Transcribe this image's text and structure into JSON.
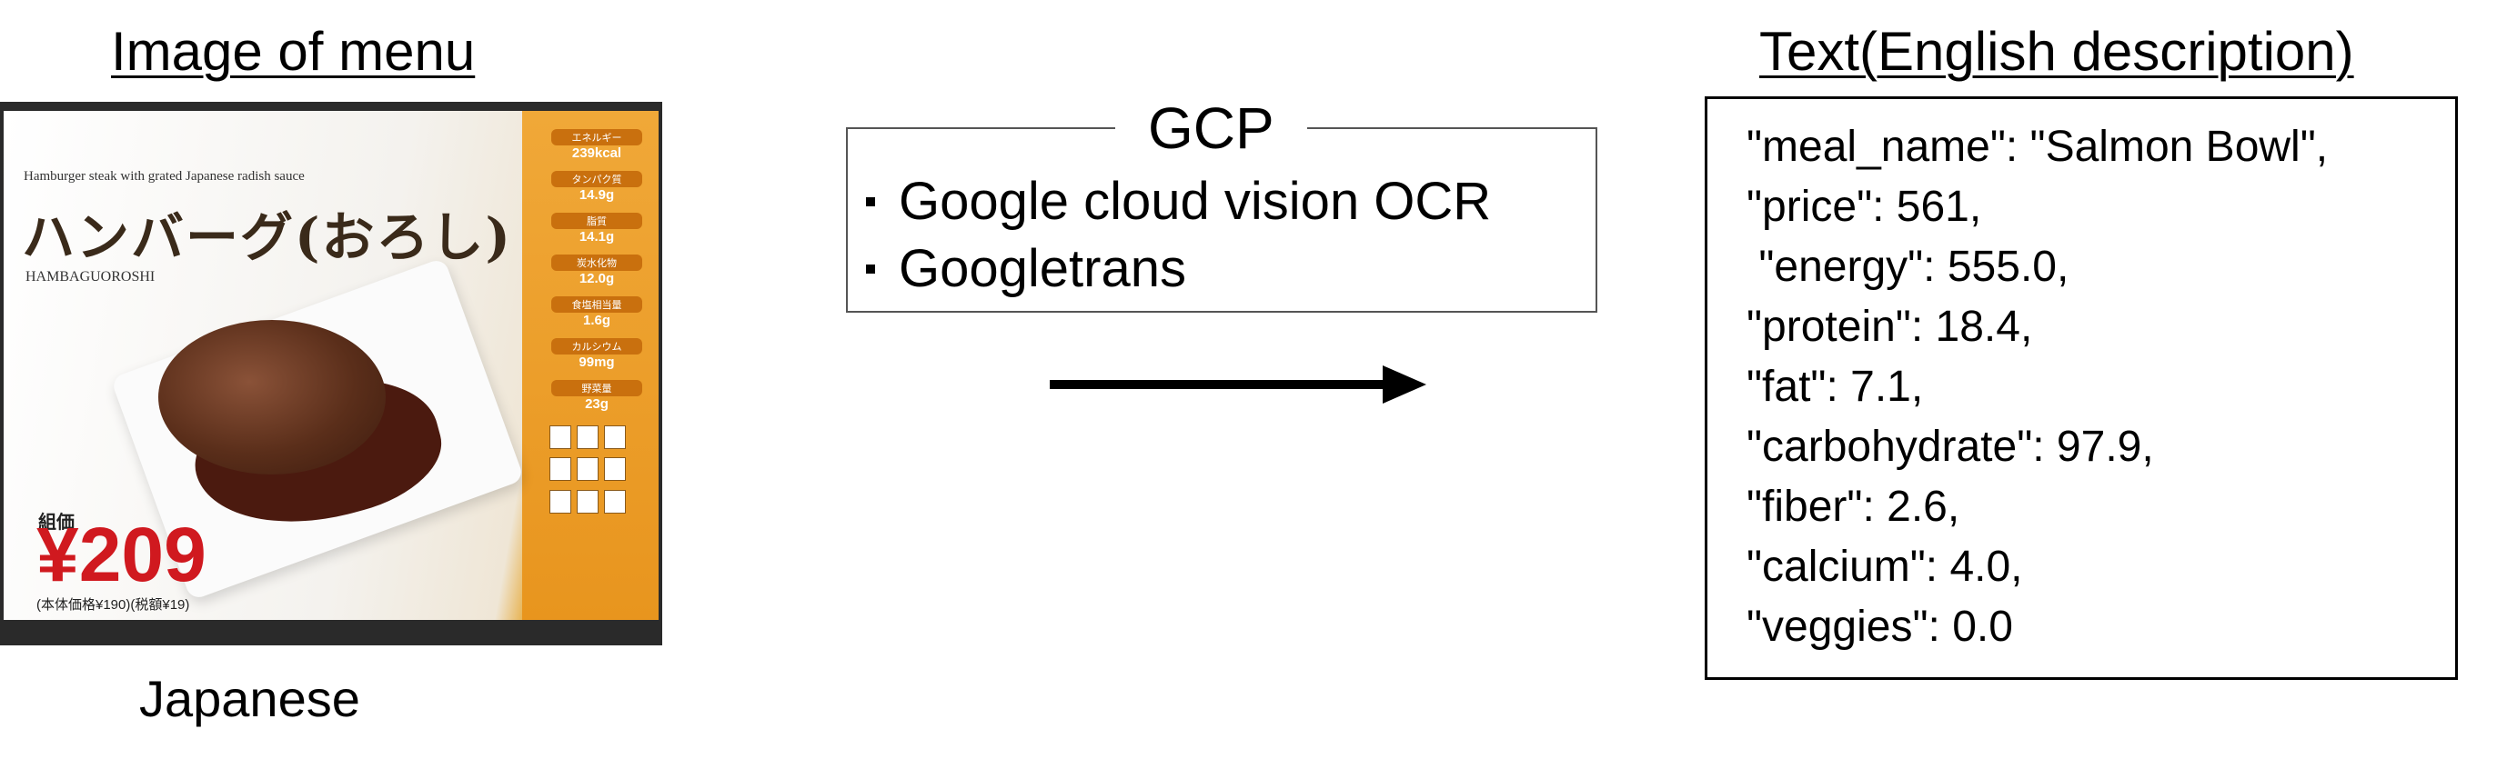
{
  "headings": {
    "left": "Image of menu",
    "right": "Text(English description)"
  },
  "menu_image": {
    "english_title": "Hamburger steak with grated Japanese radish sauce",
    "japanese_title": "ハンバーグ(おろし)",
    "romaji": "HAMBAGUOROSHI",
    "price_label": "組価",
    "price": "¥209",
    "price_note": "(本体価格¥190)(税額¥19)",
    "nutrition": [
      {
        "label": "エネルギー",
        "value": "239kcal"
      },
      {
        "label": "タンパク質",
        "value": "14.9g"
      },
      {
        "label": "脂質",
        "value": "14.1g"
      },
      {
        "label": "炭水化物",
        "value": "12.0g"
      },
      {
        "label": "食塩相当量",
        "value": "1.6g"
      },
      {
        "label": "カルシウム",
        "value": "99mg"
      },
      {
        "label": "野菜量",
        "value": "23g"
      }
    ]
  },
  "caption": "Japanese",
  "gcp": {
    "title": "GCP",
    "items": [
      "Google cloud vision OCR",
      "Googletrans"
    ]
  },
  "output_text": [
    "\"meal_name\": \"Salmon Bowl\",",
    "\"price\": 561,",
    " \"energy\": 555.0,",
    "\"protein\": 18.4,",
    "\"fat\": 7.1,",
    "\"carbohydrate\": 97.9,",
    "\"fiber\": 2.6,",
    "\"calcium\": 4.0,",
    "\"veggies\": 0.0"
  ]
}
